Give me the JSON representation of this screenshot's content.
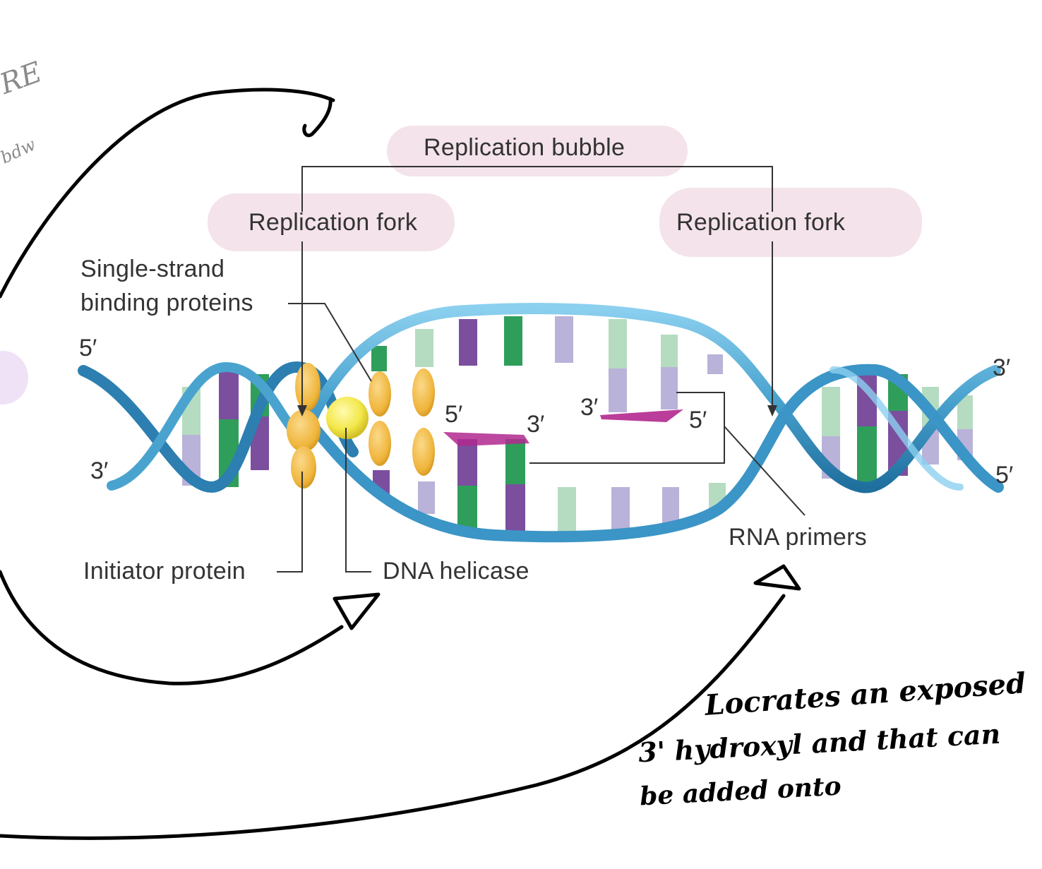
{
  "labels": {
    "replication_bubble": "Replication bubble",
    "replication_fork_left": "Replication fork",
    "replication_fork_right": "Replication fork",
    "ssb_line1": "Single-strand",
    "ssb_line2": "binding proteins",
    "initiator_protein": "Initiator protein",
    "dna_helicase": "DNA helicase",
    "rna_primers": "RNA primers"
  },
  "strand_ends": {
    "left_top": "5′",
    "left_bottom": "3′",
    "right_top": "3′",
    "right_bottom": "5′",
    "primer1_5": "5′",
    "primer1_3": "3′",
    "primer2_3": "3′",
    "primer2_5": "5′"
  },
  "handwriting": {
    "note_line1": "Locrates an exposed",
    "note_line2": "3' hydroxyl and that can",
    "note_line3": "be added onto",
    "faint_top": "RE",
    "faint_side": "bdw"
  },
  "colors": {
    "strand_blue": "#4aa3cf",
    "strand_dark": "#2c7fb0",
    "purple": "#7b4f9e",
    "green": "#2f9e5a",
    "light_green": "#b5dcc0",
    "lavender": "#b9b2d9",
    "protein_orange": "#efb53b",
    "helicase_yellow": "#f3e84a",
    "primer_magenta": "#b2288f",
    "highlight_pink": "#f4e3ea"
  }
}
